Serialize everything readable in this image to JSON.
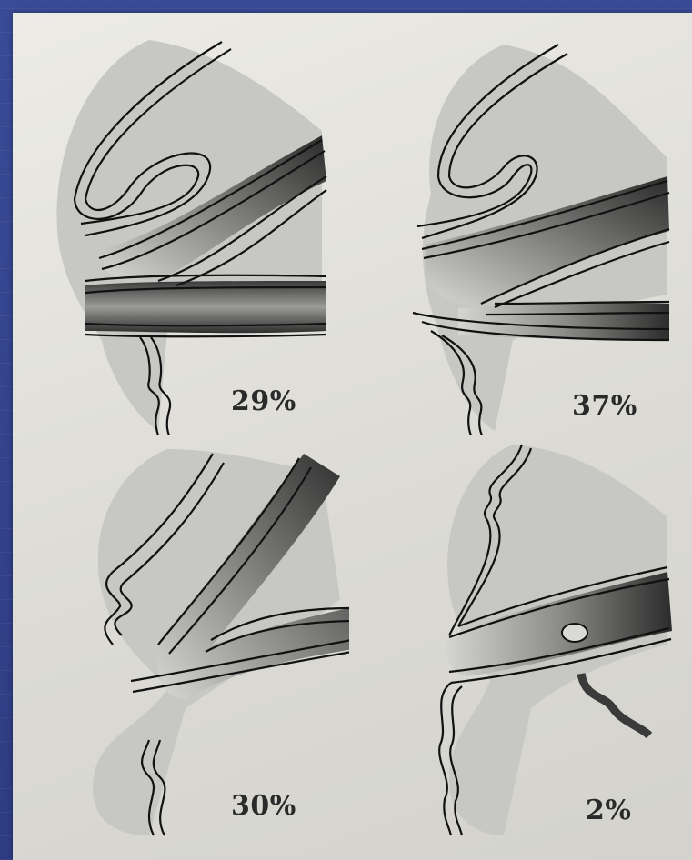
{
  "figure": {
    "panels": [
      {
        "id": "top-left",
        "percent": "29%"
      },
      {
        "id": "top-right",
        "percent": "37%"
      },
      {
        "id": "bottom-left",
        "percent": "30%"
      },
      {
        "id": "bottom-right",
        "percent": "2%"
      }
    ]
  },
  "colors": {
    "slide_background": "#2f3f86",
    "paper": "#e6e5e0",
    "shadow_region": "#c9c9c5",
    "vessel_dark": "#2b2b2b",
    "outline": "#111111"
  }
}
